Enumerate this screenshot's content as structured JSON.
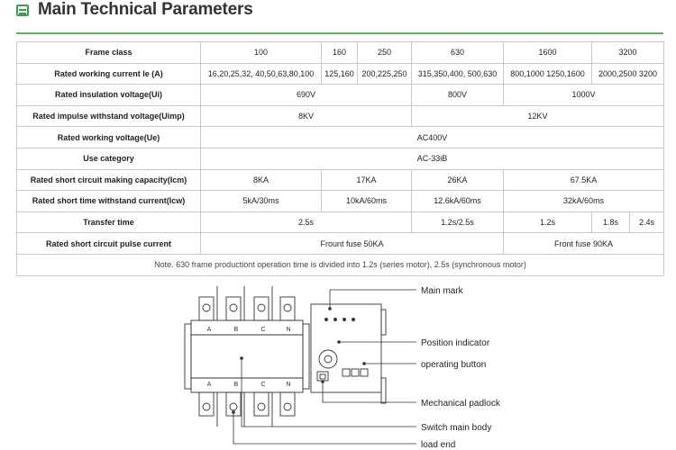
{
  "header": {
    "title": "Main Technical Parameters",
    "icon": "document-list-icon",
    "accent_color": "#3aa04a"
  },
  "table": {
    "frame_class": {
      "label": "Frame class",
      "values": [
        "100",
        "160",
        "250",
        "630",
        "1600",
        "3200"
      ]
    },
    "rated_current": {
      "label": "Rated working current Ie (A)",
      "values": [
        "16,20,25,32, 40,50,63,80,100",
        "125,160",
        "200,225,250",
        "315,350,400, 500,630",
        "800,1000 1250,1600",
        "2000,2500 3200"
      ]
    },
    "insulation_voltage": {
      "label": "Rated insulation voltage(Ui)",
      "values": [
        "690V",
        "800V",
        "1000V"
      ]
    },
    "impulse_voltage": {
      "label": "Rated impulse withstand voltage(Uimp)",
      "values": [
        "8KV",
        "12KV"
      ]
    },
    "working_voltage": {
      "label": "Rated working voltage(Ue)",
      "value": "AC400V"
    },
    "use_category": {
      "label": "Use category",
      "value": "AC-33iB"
    },
    "making_capacity": {
      "label": "Rated short circuit making capacity(Icm)",
      "values": [
        "8KA",
        "17KA",
        "26KA",
        "67.5KA"
      ]
    },
    "withstand_current": {
      "label": "Rated short time withstand current(Icw)",
      "values": [
        "5kA/30ms",
        "10kA/60ms",
        "12.6kA/60ms",
        "32kA/60ms"
      ]
    },
    "transfer_time": {
      "label": "Transfer time",
      "values": [
        "2.5s",
        "1.2s/2.5s",
        "1.2s",
        "1.8s",
        "2.4s"
      ]
    },
    "pulse_current": {
      "label": "Rated short circuit pulse current",
      "values": [
        "Frount fuse 50KA",
        "Front fuse 90KA"
      ]
    },
    "note": "Note. 630 frame productiont operation time is divided into 1.2s (series motor), 2.5s (synchronous motor)"
  },
  "diagram": {
    "phases": [
      "A",
      "B",
      "C",
      "N"
    ],
    "callouts": [
      "Main mark",
      "Position indicator",
      "operating button",
      "Mechanical padlock",
      "Switch main body",
      "load end"
    ]
  }
}
